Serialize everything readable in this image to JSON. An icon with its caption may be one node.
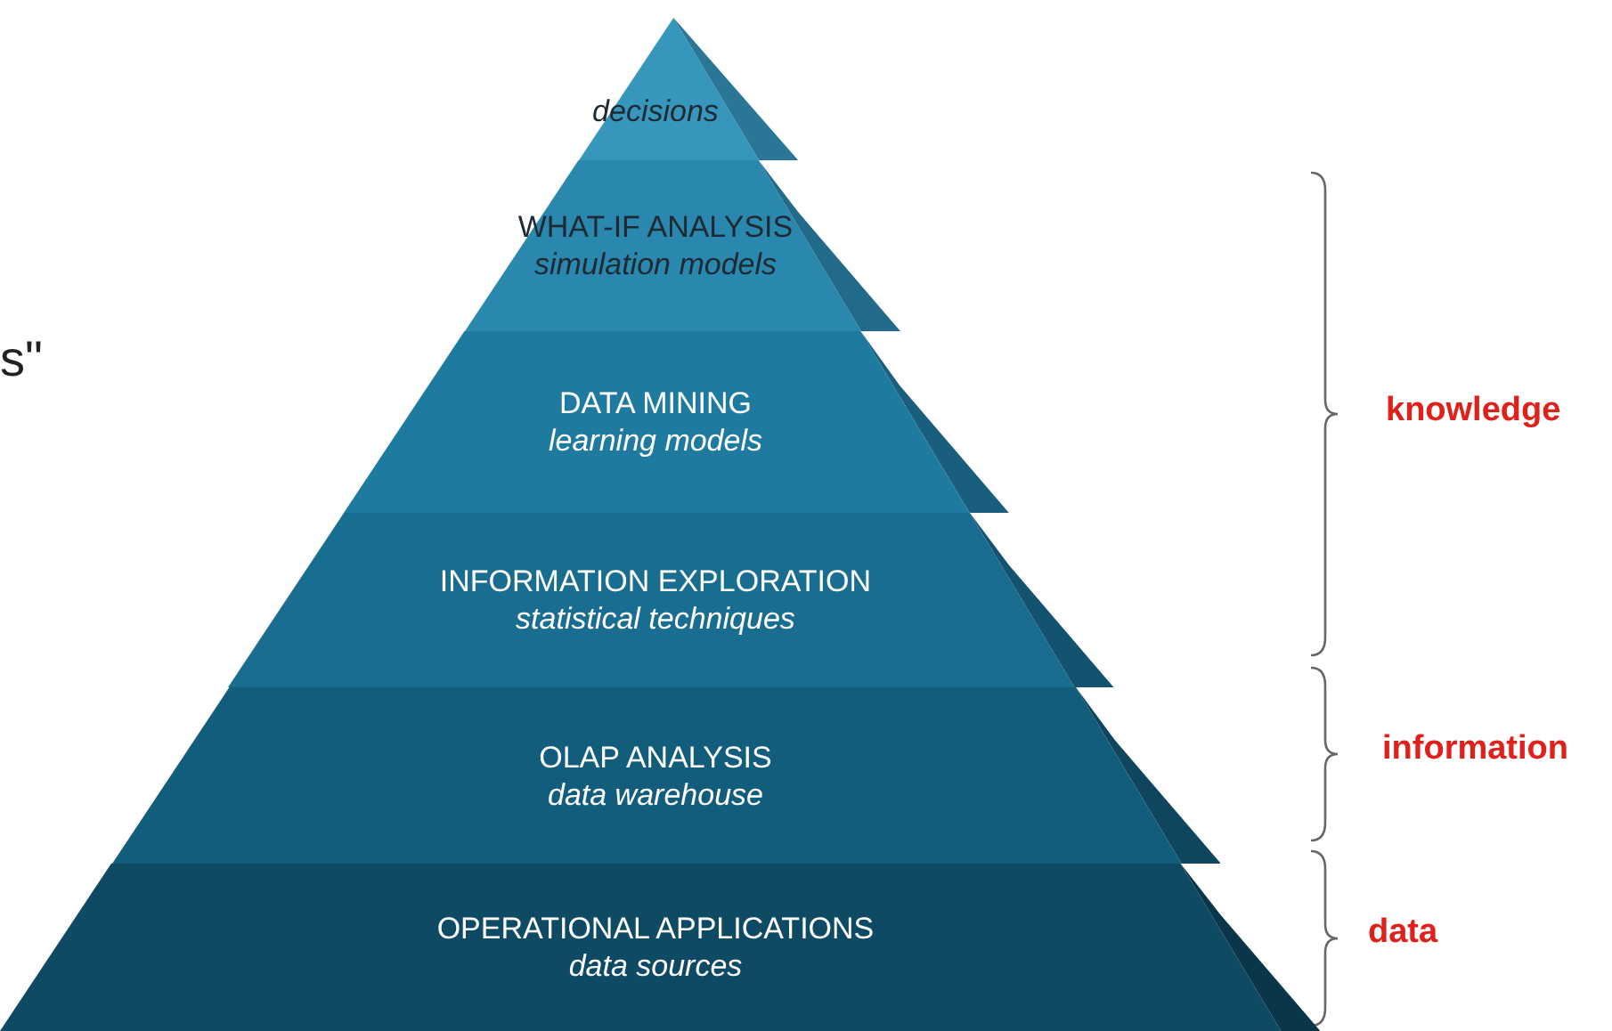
{
  "diagram": {
    "nodes": [
      {
        "text": [
          "decisions"
        ]
      },
      {
        "text": [
          "WHAT-IF ANALYSIS",
          "simulation models"
        ]
      },
      {
        "text": [
          "DATA MINING",
          "learning models"
        ]
      },
      {
        "text": [
          "INFORMATION EXPLORATION",
          "statistical techniques"
        ]
      },
      {
        "text": [
          "OLAP ANALYSIS",
          "data warehouse"
        ]
      },
      {
        "text": [
          "OPERATIONAL APPLICATIONS",
          "data sources"
        ]
      }
    ],
    "edges": [],
    "labels": [
      "s\"",
      "knowledge",
      "information",
      "data"
    ]
  }
}
